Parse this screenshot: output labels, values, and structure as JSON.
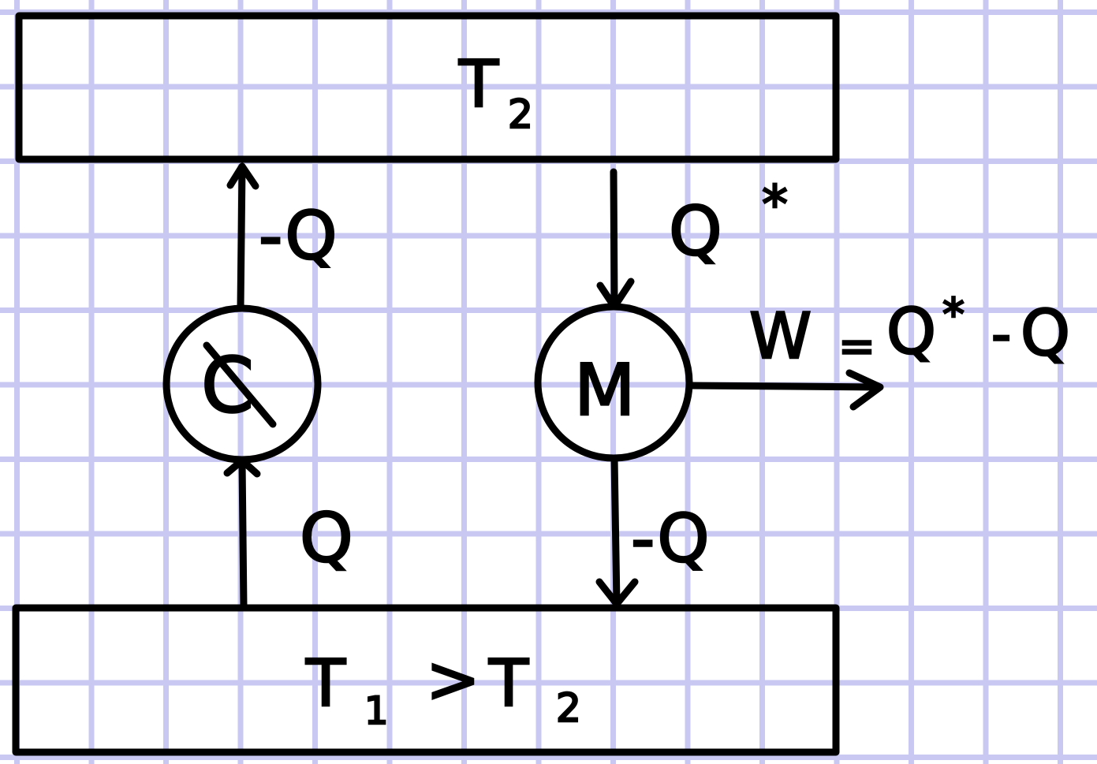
{
  "reservoirs": {
    "cold": {
      "symbol": "T",
      "subscript": "2"
    },
    "hot": {
      "lhs_symbol": "T",
      "lhs_subscript": "1",
      "relation": ">",
      "rhs_symbol": "T",
      "rhs_subscript": "2"
    }
  },
  "left_machine": {
    "symbol": "C",
    "heat_in": "Q",
    "heat_out": "-Q"
  },
  "right_machine": {
    "symbol": "M",
    "heat_in": "Q",
    "heat_in_superscript": "*",
    "heat_out": "-Q",
    "work": {
      "lhs": "W",
      "equals": "=",
      "heat_term": "Q",
      "heat_term_superscript": "*",
      "minus": "-",
      "rhs": "Q"
    }
  }
}
